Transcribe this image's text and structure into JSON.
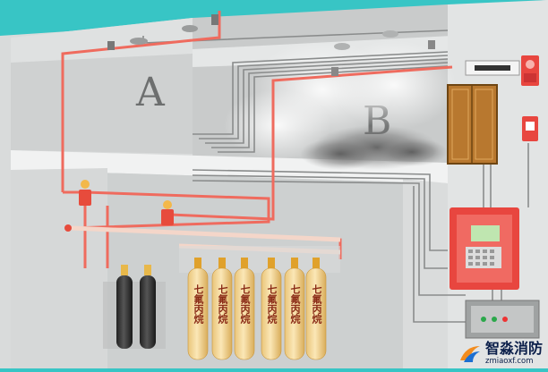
{
  "zones": {
    "a": "A",
    "b": "B"
  },
  "agent_cylinder_label": "七氟丙烷",
  "watermark": {
    "name": "智淼消防",
    "url": "zmiaoxf.com"
  },
  "colors": {
    "background": "#38c5c5",
    "wall": "#e4e6e6",
    "pipe": "#ef6b5e",
    "cylinder": "#f2d79b",
    "control_panel": "#e8463f",
    "door": "#b8782f"
  }
}
